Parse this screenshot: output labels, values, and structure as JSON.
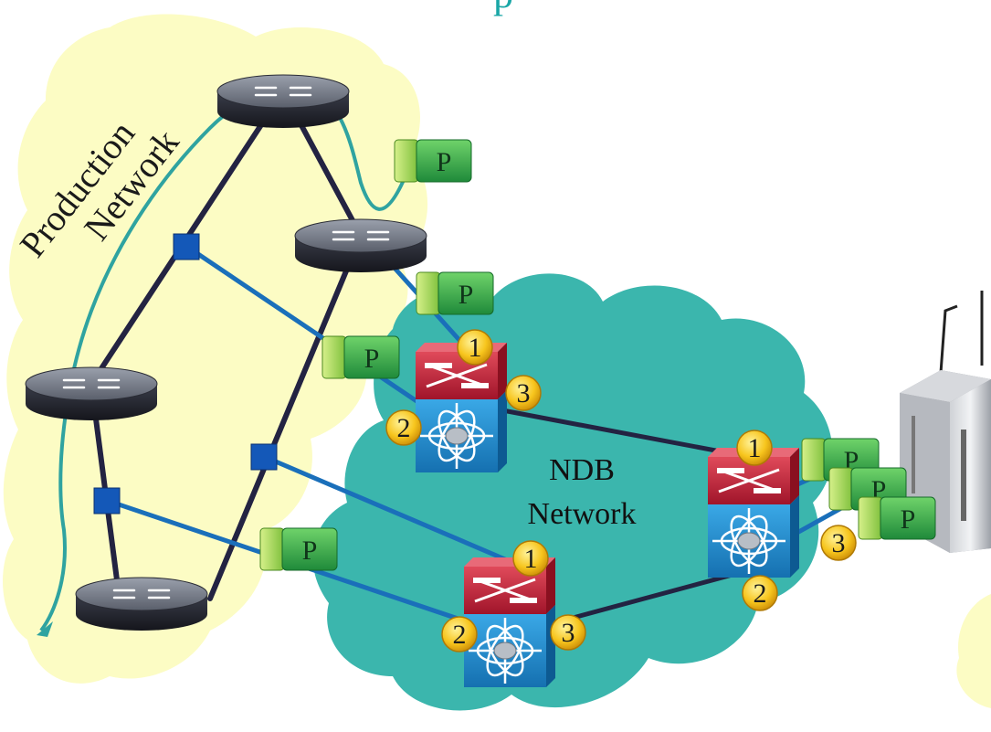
{
  "diagram": {
    "title_fragment": "p",
    "production_label": [
      "Production",
      "Network"
    ],
    "ndb_label": [
      "NDB",
      "Network"
    ],
    "packet_label": "P",
    "port_labels": [
      "1",
      "2",
      "3"
    ]
  },
  "colors": {
    "production_cloud": "#fcfcc4",
    "ndb_cloud": "#3bb6ad",
    "link_dark": "#232342",
    "link_blue": "#1a6fba",
    "tap_node": "#1458b8",
    "flow_path": "#2fa3a0",
    "switch_red": "#c8283a",
    "switch_blue": "#1f8fd0",
    "port_badge": "#f6c21c",
    "packet_green": "#2fa84a",
    "title_teal": "#1aa7a7"
  },
  "icons": [
    "router-icon",
    "nexus-switch-icon",
    "server-icon",
    "packet-icon",
    "port-badge-icon"
  ]
}
